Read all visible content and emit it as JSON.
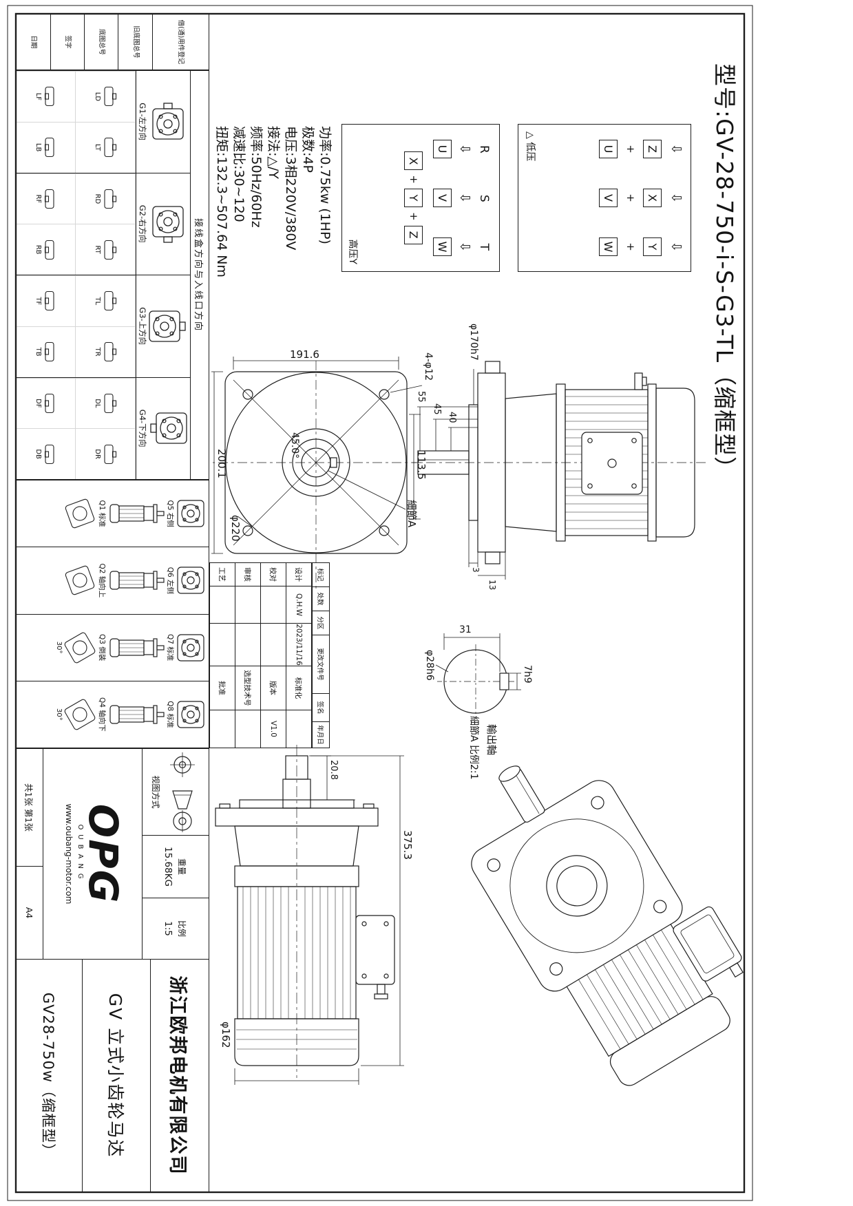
{
  "title": "型号:GV-28-750-i-S-G3-TL（缩框型）",
  "specs": {
    "power": "功率:0.75kw (1HP)",
    "poles": "极数:4P",
    "voltage": "电压:3相220V/380V",
    "connection": "接法:△/Y",
    "frequency": "频率:50Hz/60Hz",
    "ratio": "减速比:30~120",
    "torque": "扭矩:132.3~507.64 Nm"
  },
  "wiring": {
    "delta": {
      "caption": "△ 低压",
      "arrow": "⇩",
      "plus": "+",
      "top_row": [
        "Z",
        "X",
        "Y"
      ],
      "bottom_row": [
        "U",
        "V",
        "W"
      ]
    },
    "star": {
      "caption": "高压Y",
      "arrow": "⇩",
      "plus": "+",
      "supply": [
        "R",
        "S",
        "T"
      ],
      "terminals": [
        "U",
        "V",
        "W"
      ],
      "bridge": [
        "X",
        "Y",
        "Z"
      ]
    }
  },
  "views": {
    "front": {
      "dim_top": "113.5",
      "holes": "4-φ12",
      "dim_left": "191.6",
      "angle": "45.0°",
      "dim_bottom": "200.1",
      "flange_dia": "φ220",
      "detail_callout": "細節A"
    },
    "vertical": {
      "dims_shaft": [
        "40",
        "45",
        "55"
      ],
      "spigot": "φ170h7",
      "dim_3": "3",
      "dim_13": "13"
    },
    "detail": {
      "key_width": "7h9",
      "key_height": "31",
      "shaft_dia": "φ28h6",
      "caption_line1": "輸出軸",
      "caption_line2": "細節A 比例2:1"
    },
    "side": {
      "dim_gear": "20.8",
      "dim_total": "375.3",
      "fan_dia": "φ162"
    }
  },
  "orientation_table": {
    "header": "接线盒方向与入线口方向",
    "columns": [
      {
        "label": "G1-左方向",
        "cells": [
          "LD",
          "LT",
          "LF",
          "LB"
        ]
      },
      {
        "label": "G2-右方向",
        "cells": [
          "RD",
          "RT",
          "RF",
          "RB"
        ]
      },
      {
        "label": "G3-上方向",
        "cells": [
          "TL",
          "TR",
          "TF",
          "TB"
        ]
      },
      {
        "label": "G4-下方向",
        "cells": [
          "DL",
          "DR",
          "DF",
          "DB"
        ]
      }
    ]
  },
  "q_table": {
    "columns": [
      {
        "top": "Q5 右侧",
        "bottom": "Q1 标准",
        "note": ""
      },
      {
        "top": "Q6 左侧",
        "bottom": "Q2 轴向上",
        "note": ""
      },
      {
        "top": "Q7 标准",
        "bottom": "Q3 倒装",
        "note": "30°"
      },
      {
        "top": "Q8 标准",
        "bottom": "Q4 轴向下",
        "note": "30°"
      }
    ]
  },
  "corner_block": {
    "rows": [
      "借(通)用件登记",
      "旧底图总号",
      "底图总号",
      "签字",
      "日期"
    ]
  },
  "revision_block": {
    "header": [
      "标记",
      "处数",
      "分区",
      "更改文件号",
      "签名",
      "年月日"
    ],
    "rows": [
      {
        "label": "设计",
        "sig": "Q.H.W",
        "date": "2023/11/16"
      },
      {
        "label": "校对",
        "sig": "",
        "date": ""
      },
      {
        "label": "审核",
        "sig": "",
        "date": ""
      },
      {
        "label": "工艺",
        "sig": "",
        "date": ""
      }
    ],
    "right": [
      {
        "label": "标准化",
        "value": ""
      },
      {
        "label": "版本",
        "value": "V1.0"
      },
      {
        "label": "选型技术号",
        "value": ""
      },
      {
        "label": "批准",
        "value": ""
      }
    ]
  },
  "title_block": {
    "view_method": "视图方式",
    "weight_label": "重量",
    "weight": "15.68KG",
    "scale_label": "比例",
    "scale": "1:5",
    "sheets": "共1张 第1张",
    "paper": "A4",
    "logo": "OPG",
    "logo_sub": "OUBANG",
    "website": "www.oubang-motor.com",
    "company": "浙江欧邦电机有限公司",
    "product": "GV 立式小齿轮马达",
    "drawing_name": "GV28-750w（缩框型）"
  }
}
